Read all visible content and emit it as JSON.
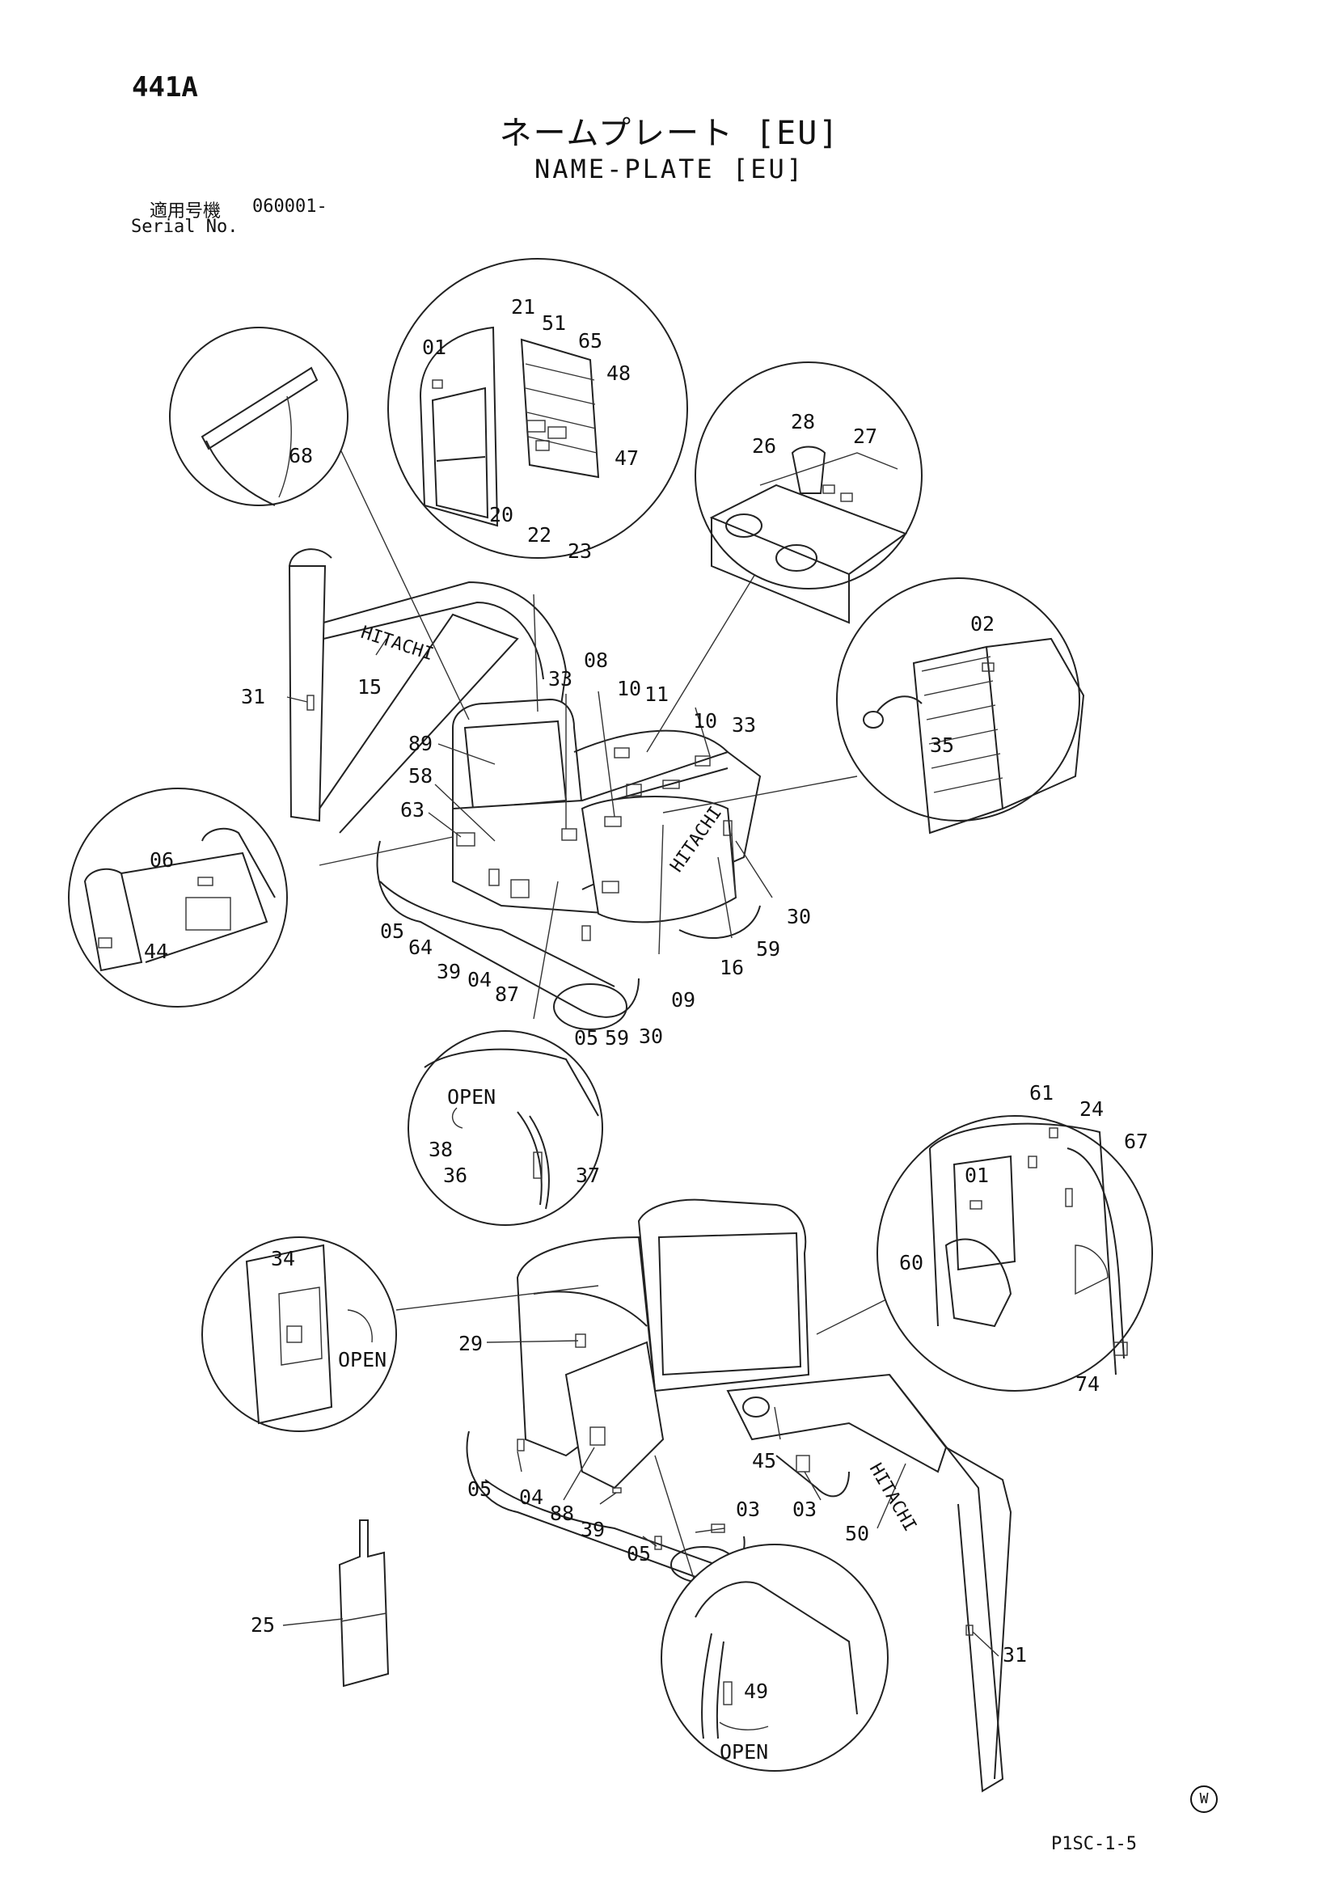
{
  "header": {
    "page_number": "441A",
    "title_jp": "ネームプレート [EU]",
    "title_en": "NAME-PLATE [EU]",
    "serial_label_jp": "適用号機",
    "serial_value": "060001-",
    "serial_label_en": "Serial No."
  },
  "footer": {
    "drawing_code": "P1SC-1-5",
    "watermark": "W"
  },
  "callouts": {
    "c01a": "01",
    "c21": "21",
    "c51": "51",
    "c65": "65",
    "c48": "48",
    "c47": "47",
    "c20": "20",
    "c22": "22",
    "c23": "23",
    "c68": "68",
    "c28": "28",
    "c26": "26",
    "c27": "27",
    "c02": "02",
    "c35": "35",
    "c31a": "31",
    "c15": "15",
    "c33a": "33",
    "c08": "08",
    "c10a": "10",
    "c11": "11",
    "c10b": "10",
    "c33b": "33",
    "c89": "89",
    "c58": "58",
    "c63": "63",
    "c06": "06",
    "c44": "44",
    "c05a": "05",
    "c64": "64",
    "c39a": "39",
    "c04a": "04",
    "c87": "87",
    "c05b": "05",
    "c59a": "59",
    "c30a": "30",
    "c09": "09",
    "c16": "16",
    "c59b": "59",
    "c30b": "30",
    "open1": "OPEN",
    "c38": "38",
    "c36": "36",
    "c37": "37",
    "c61": "61",
    "c24": "24",
    "c67": "67",
    "c01b": "01",
    "c60": "60",
    "c74": "74",
    "c34": "34",
    "open2": "OPEN",
    "c29": "29",
    "c05c": "05",
    "c04b": "04",
    "c88": "88",
    "c39b": "39",
    "c05d": "05",
    "c03a": "03",
    "c03b": "03",
    "c45": "45",
    "c50": "50",
    "c25": "25",
    "c49": "49",
    "open3": "OPEN",
    "c31b": "31",
    "hitachi1": "HITACHI",
    "hitachi2": "HITACHI",
    "hitachi3": "HITACHI"
  }
}
